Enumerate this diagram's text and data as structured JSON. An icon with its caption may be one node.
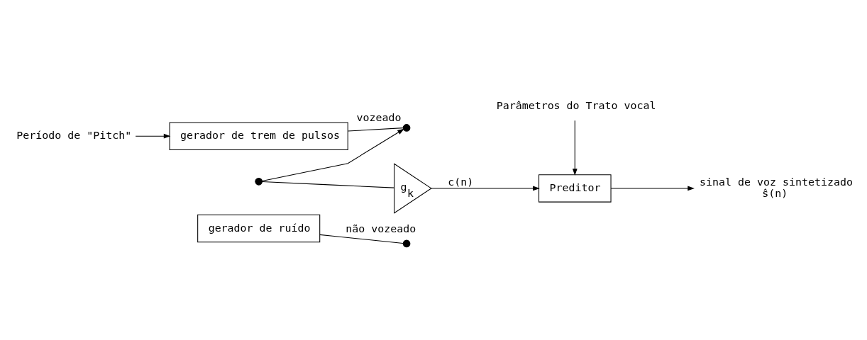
{
  "diagram": {
    "nodes": [
      {
        "text": [
          "Período de \"Pitch\""
        ]
      },
      {
        "text": [
          "gerador de trem de pulsos"
        ]
      },
      {
        "text": [],
        "shape": "circle",
        "beside": [
          "vozeado"
        ]
      },
      {
        "text": [],
        "shape": "circle",
        "beside": [
          "não vozeado"
        ]
      },
      {
        "text": [
          "gerador de ruído"
        ]
      },
      {
        "text": [],
        "shape": "circle"
      },
      {
        "text": [
          "g$_{k}$"
        ]
      },
      {
        "text": [
          "Parâmetros do Trato vocal"
        ]
      },
      {
        "text": [
          "Preditor"
        ]
      },
      {
        "text": [
          "sinal de voz sintetizado",
          "ŝ(n)"
        ]
      }
    ],
    "edges": [
      {
        "from": 0,
        "to": 1,
        "arrow": "to"
      },
      {
        "from": 1,
        "to": 2,
        "arrow": "none"
      },
      {
        "from": 4,
        "to": 3,
        "arrow": "none"
      },
      {
        "from": 5,
        "to": 2,
        "arrow": "to"
      },
      {
        "from": 5,
        "to": 6,
        "arrow": "none"
      },
      {
        "from": 6,
        "to": 8,
        "arrow": "to",
        "label": "c(n)"
      },
      {
        "from": 7,
        "to": 8,
        "arrow": "to"
      },
      {
        "from": 8,
        "to": 9,
        "arrow": "to"
      }
    ]
  }
}
